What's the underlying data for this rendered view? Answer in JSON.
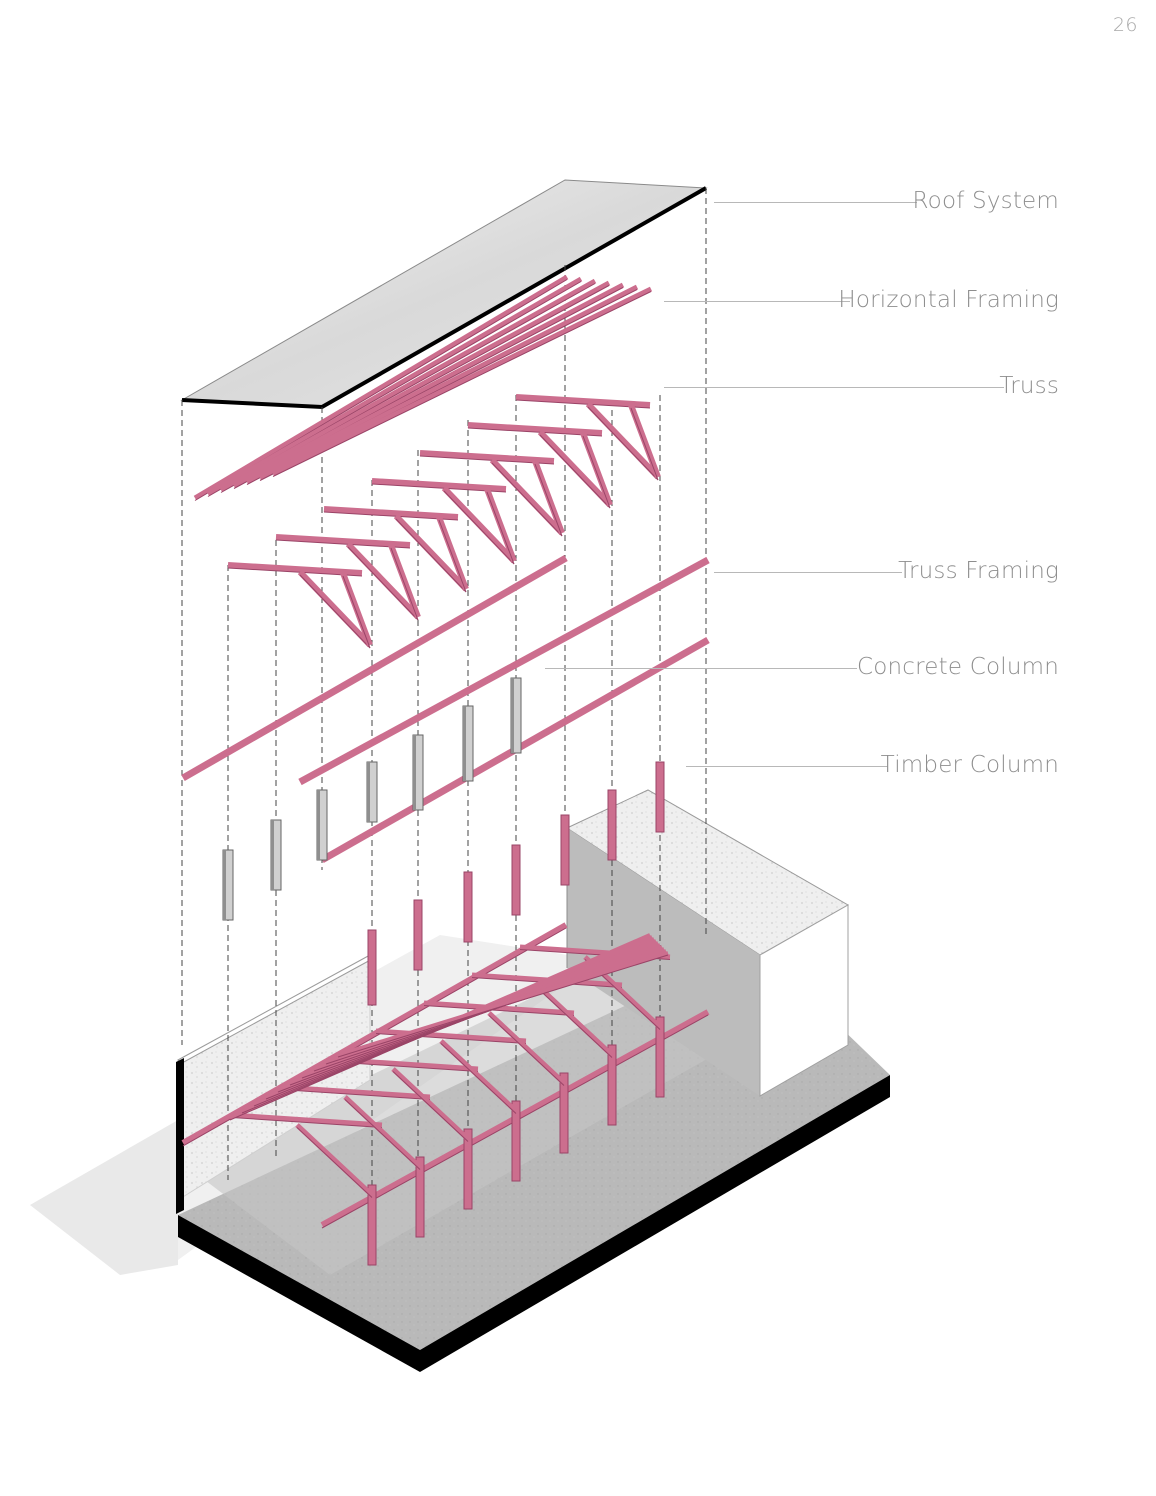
{
  "page": {
    "number": "26"
  },
  "colors": {
    "timber": "#cc6e8e",
    "timber_dark": "#9a4467",
    "concrete": "#d0d0d0",
    "wall_gray": "#bdbdbd",
    "floor": "#b8b8b8",
    "roof": "#dedede",
    "label_text": "#8e8e8e",
    "leader_line": "#b8b8b8"
  },
  "diagram": {
    "type": "exploded-axonometric",
    "labels": [
      {
        "id": "roof-system",
        "text": "Roof System"
      },
      {
        "id": "horizontal-framing",
        "text": "Horizontal Framing"
      },
      {
        "id": "truss",
        "text": "Truss"
      },
      {
        "id": "truss-framing",
        "text": "Truss  Framing"
      },
      {
        "id": "concrete-column",
        "text": "Concrete Column"
      },
      {
        "id": "timber-column",
        "text": "Timber Column"
      }
    ]
  }
}
